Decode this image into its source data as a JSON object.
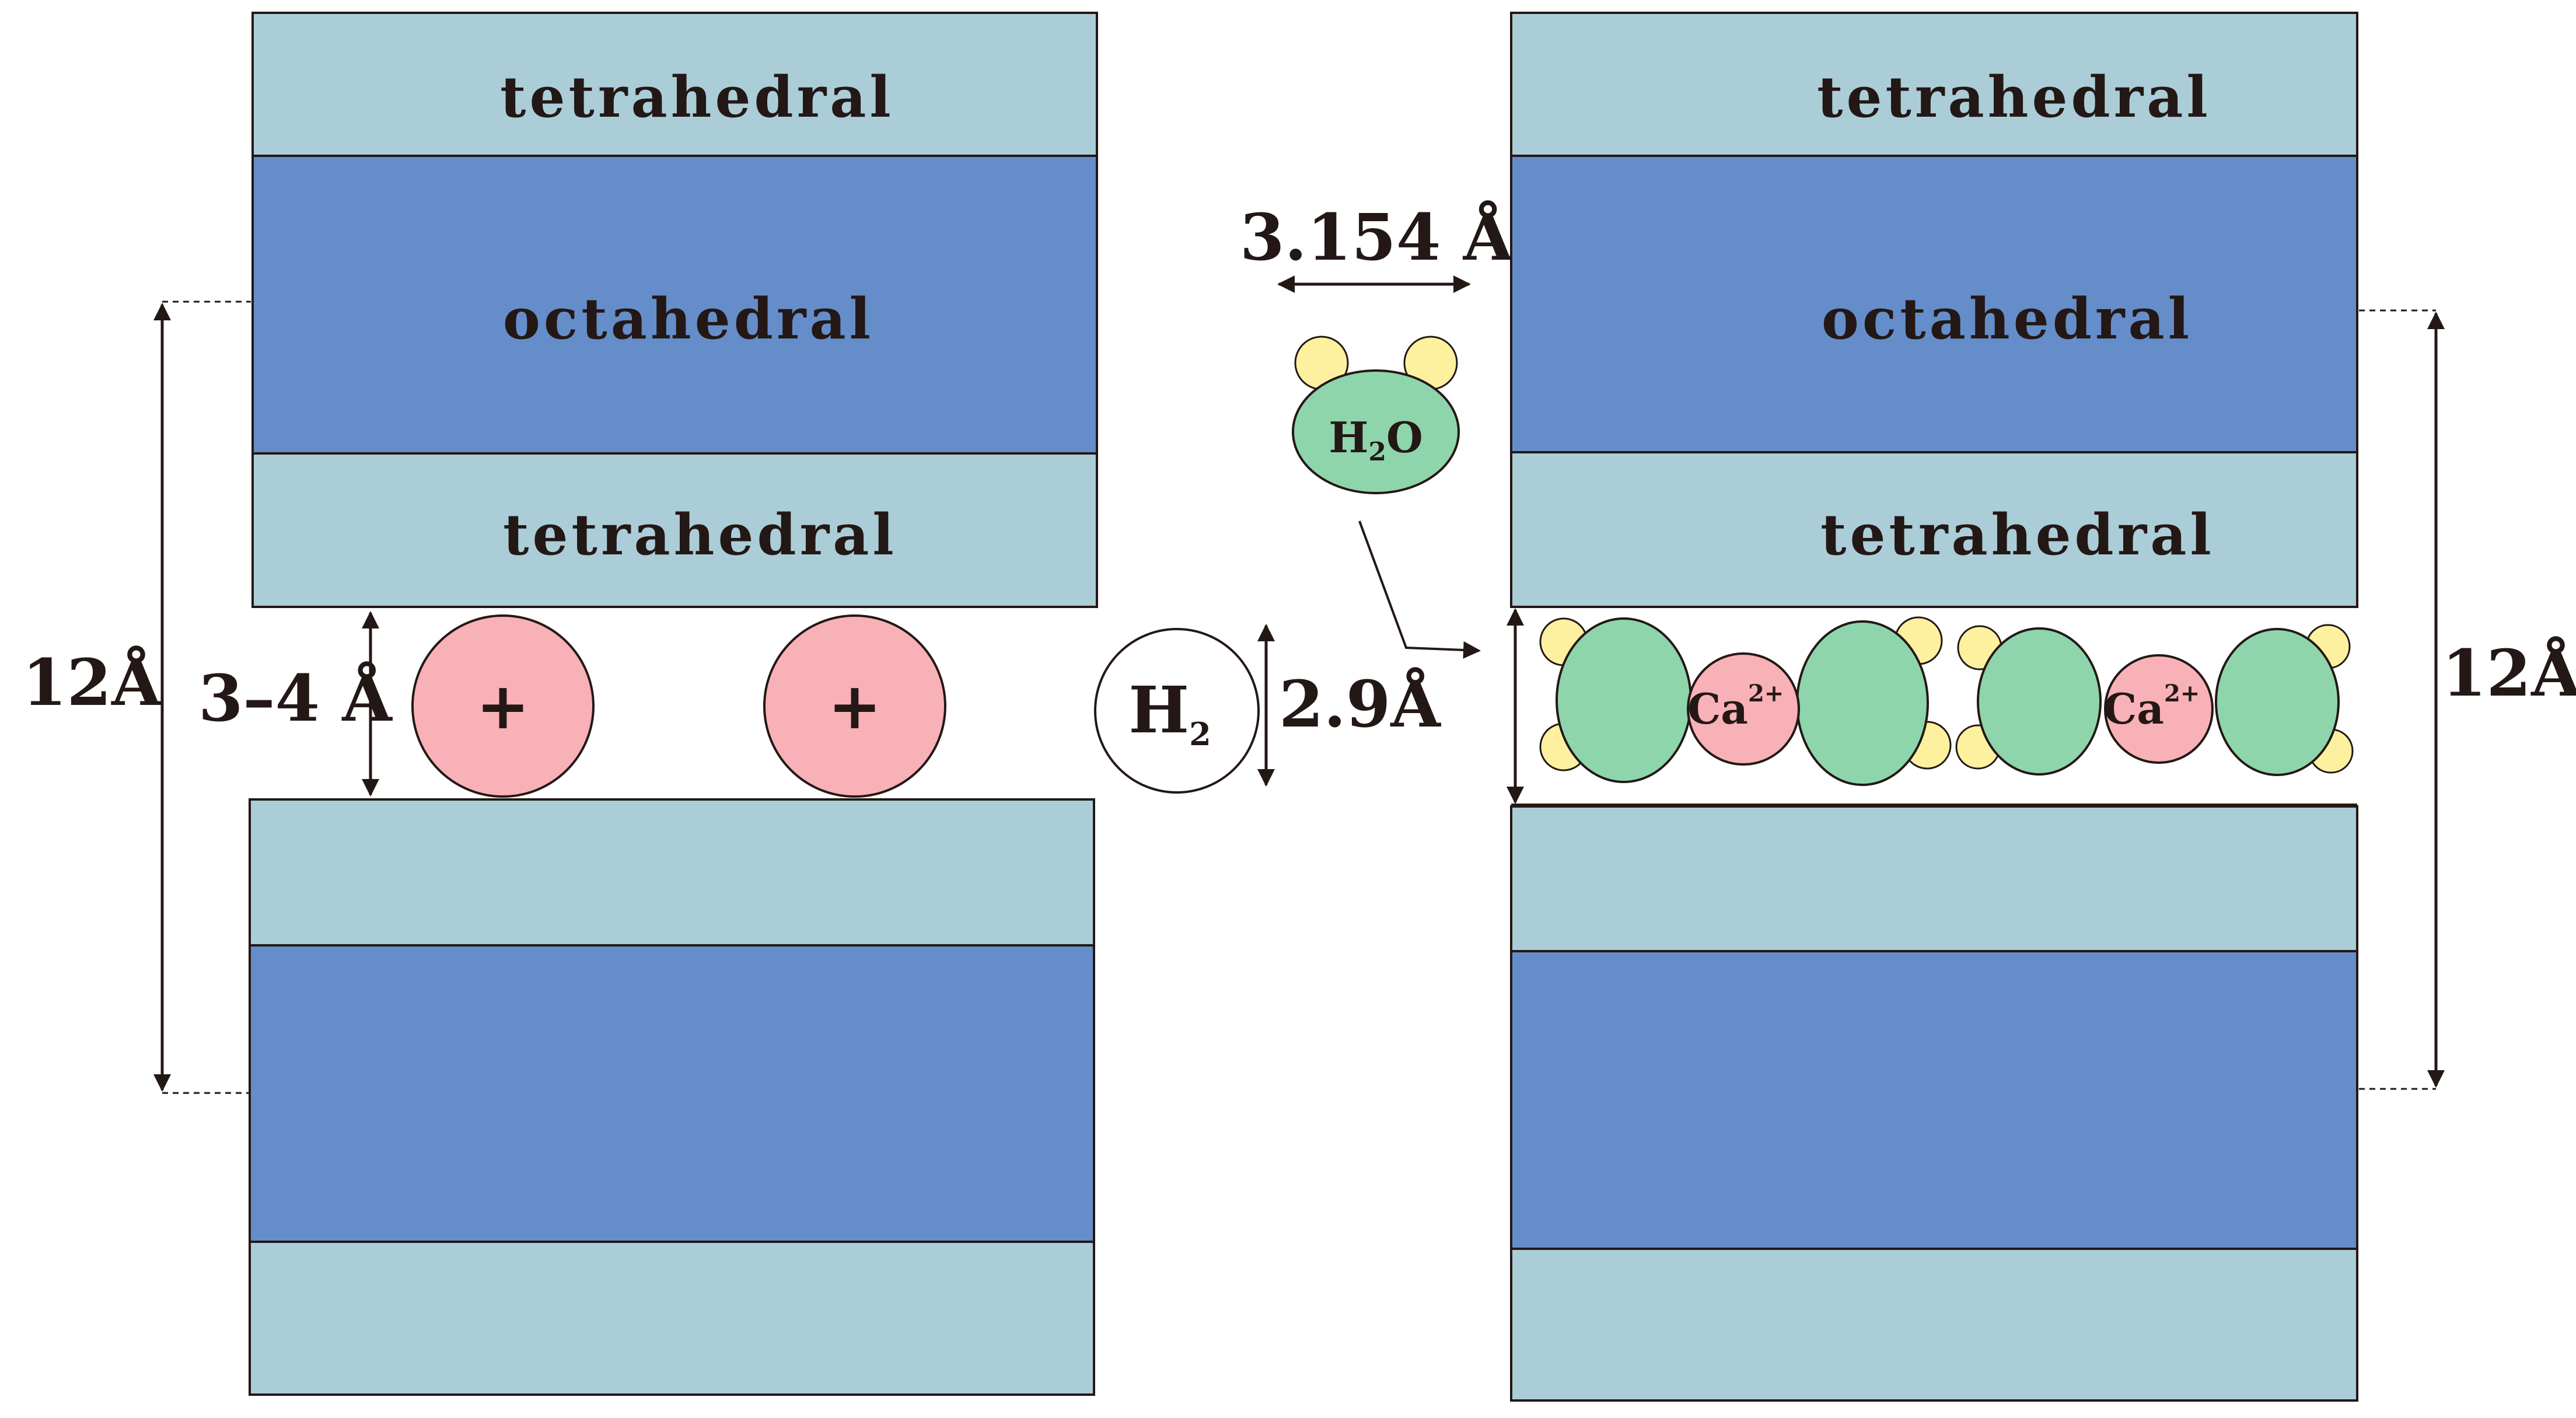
{
  "colors": {
    "tetrahedral": "#abcdd8",
    "octahedral": "#658dc9",
    "cation": "#f8b1b6",
    "water": "#8ed5ac",
    "hydrogen": "#fdf19f",
    "outline": "#231815"
  },
  "left_panel": {
    "top_tetrahedral": "tetrahedral",
    "octahedral": "octahedral",
    "bottom_tetrahedral": "tetrahedral",
    "layer_spacing": "12Å",
    "interlayer_gap": "3–4 Å",
    "cation_1": "+",
    "cation_2": "+"
  },
  "middle": {
    "water_size": "3.154 Å",
    "water_label": "H",
    "water_sub": "2",
    "water_label_end": "O",
    "hydrogen_label": "H",
    "hydrogen_sub": "2",
    "hydrogen_size": "2.9Å"
  },
  "right_panel": {
    "top_tetrahedral": "tetrahedral",
    "octahedral": "octahedral",
    "bottom_tetrahedral": "tetrahedral",
    "layer_spacing": "12Å",
    "calcium_1": "Ca",
    "calcium_1_charge": "2+",
    "calcium_2": "Ca",
    "calcium_2_charge": "2+"
  }
}
